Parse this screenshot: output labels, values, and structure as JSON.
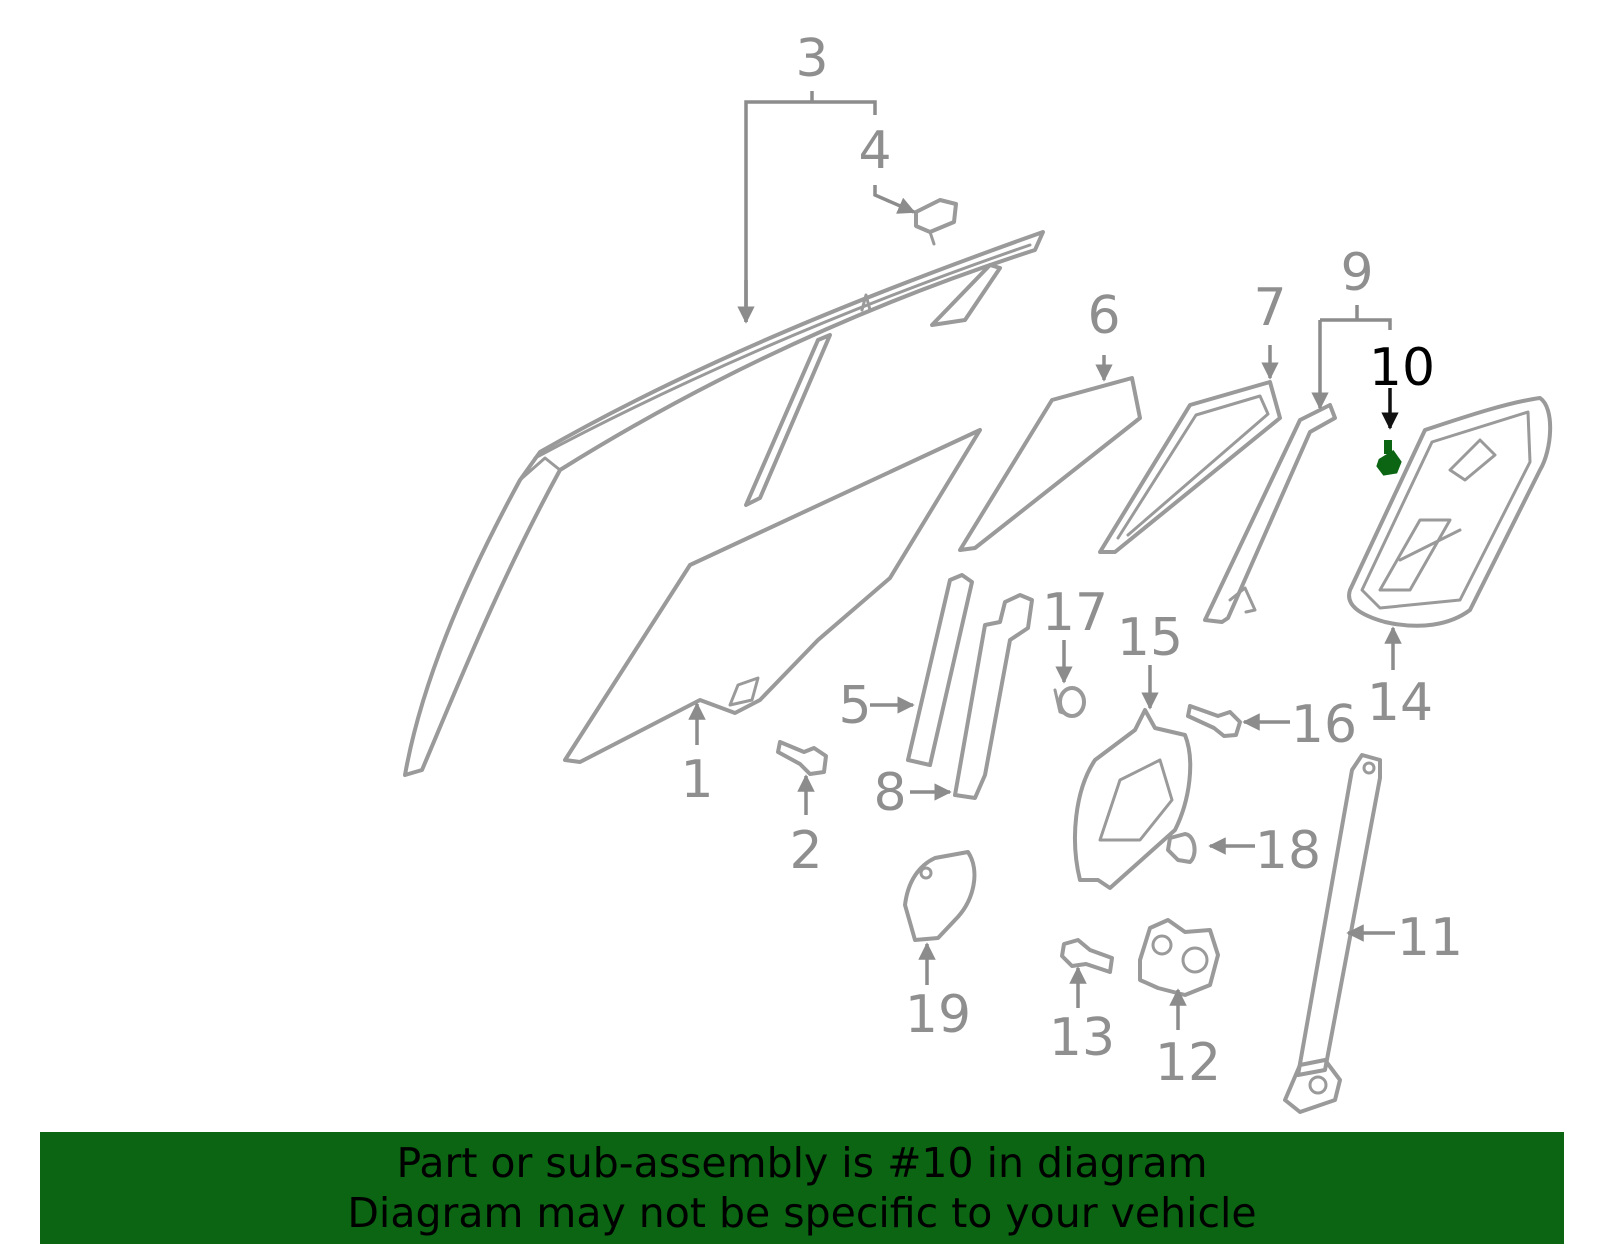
{
  "diagram": {
    "callouts": [
      "1",
      "2",
      "3",
      "4",
      "5",
      "6",
      "7",
      "8",
      "9",
      "10",
      "11",
      "12",
      "13",
      "14",
      "15",
      "16",
      "17",
      "18",
      "19"
    ],
    "highlighted_part": "10",
    "highlight_color": "#0b6512"
  },
  "banner": {
    "line1": "Part or sub-assembly is #10 in diagram",
    "line2": "Diagram may not be specific to your vehicle",
    "background": "#0b6512"
  }
}
